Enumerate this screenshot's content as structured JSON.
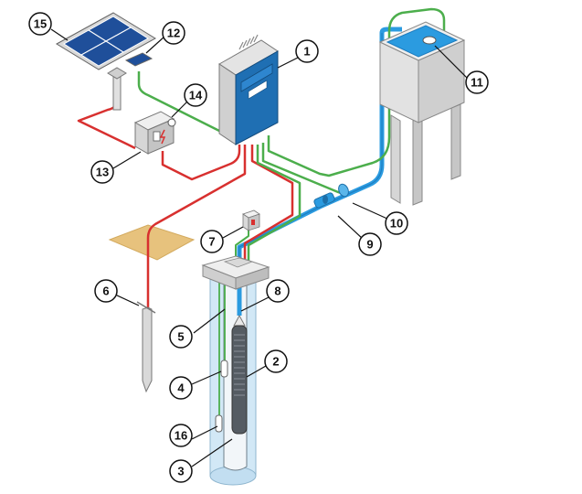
{
  "callouts": {
    "c1": "1",
    "c2": "2",
    "c3": "3",
    "c4": "4",
    "c5": "5",
    "c6": "6",
    "c7": "7",
    "c8": "8",
    "c9": "9",
    "c10": "10",
    "c11": "11",
    "c12": "12",
    "c13": "13",
    "c14": "14",
    "c15": "15",
    "c16": "16"
  },
  "colors": {
    "power_cable": "#d8302f",
    "signal_cable": "#4cae4c",
    "water_pipe": "#2b9be0",
    "controller_blue": "#1f6fb3",
    "well_water": "#cfe6f5",
    "ground_patch": "#e7c27d",
    "solar_panel": "#1f4f9a"
  }
}
